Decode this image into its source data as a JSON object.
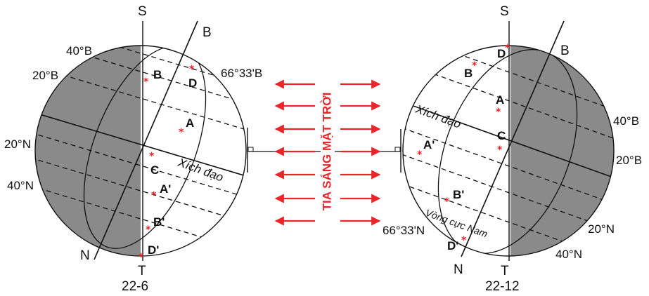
{
  "colors": {
    "night": "#8a8a8a",
    "sun": "#e8262a",
    "line": "#111111"
  },
  "sun_rays_label": "TIA SÁNG MẶT TRỜI",
  "left_globe": {
    "date": "22-6",
    "pole_top": "S",
    "axis_top": "B",
    "axis_bottom": "N",
    "pole_bottom": "T",
    "equator_label": "Xích đạo",
    "arctic_label": "66°33'B",
    "lat_40b": "40°B",
    "lat_20b": "20°B",
    "lat_20n": "20°N",
    "lat_40n": "40°N",
    "points": [
      "B",
      "D",
      "A",
      "C",
      "A'",
      "B'",
      "D'"
    ]
  },
  "right_globe": {
    "date": "22-12",
    "pole_top": "S",
    "axis_top": "B",
    "axis_bottom": "N",
    "pole_bottom": "T",
    "equator_label": "Xích đạo",
    "antarctic_label": "Vòng cực Nam",
    "antarctic_lat": "66°33'N",
    "lat_40b": "40°B",
    "lat_20b": "20°B",
    "lat_20n": "20°N",
    "lat_40n": "40°N",
    "points": [
      "D",
      "B",
      "A",
      "C",
      "A'",
      "B'",
      "D'"
    ]
  }
}
